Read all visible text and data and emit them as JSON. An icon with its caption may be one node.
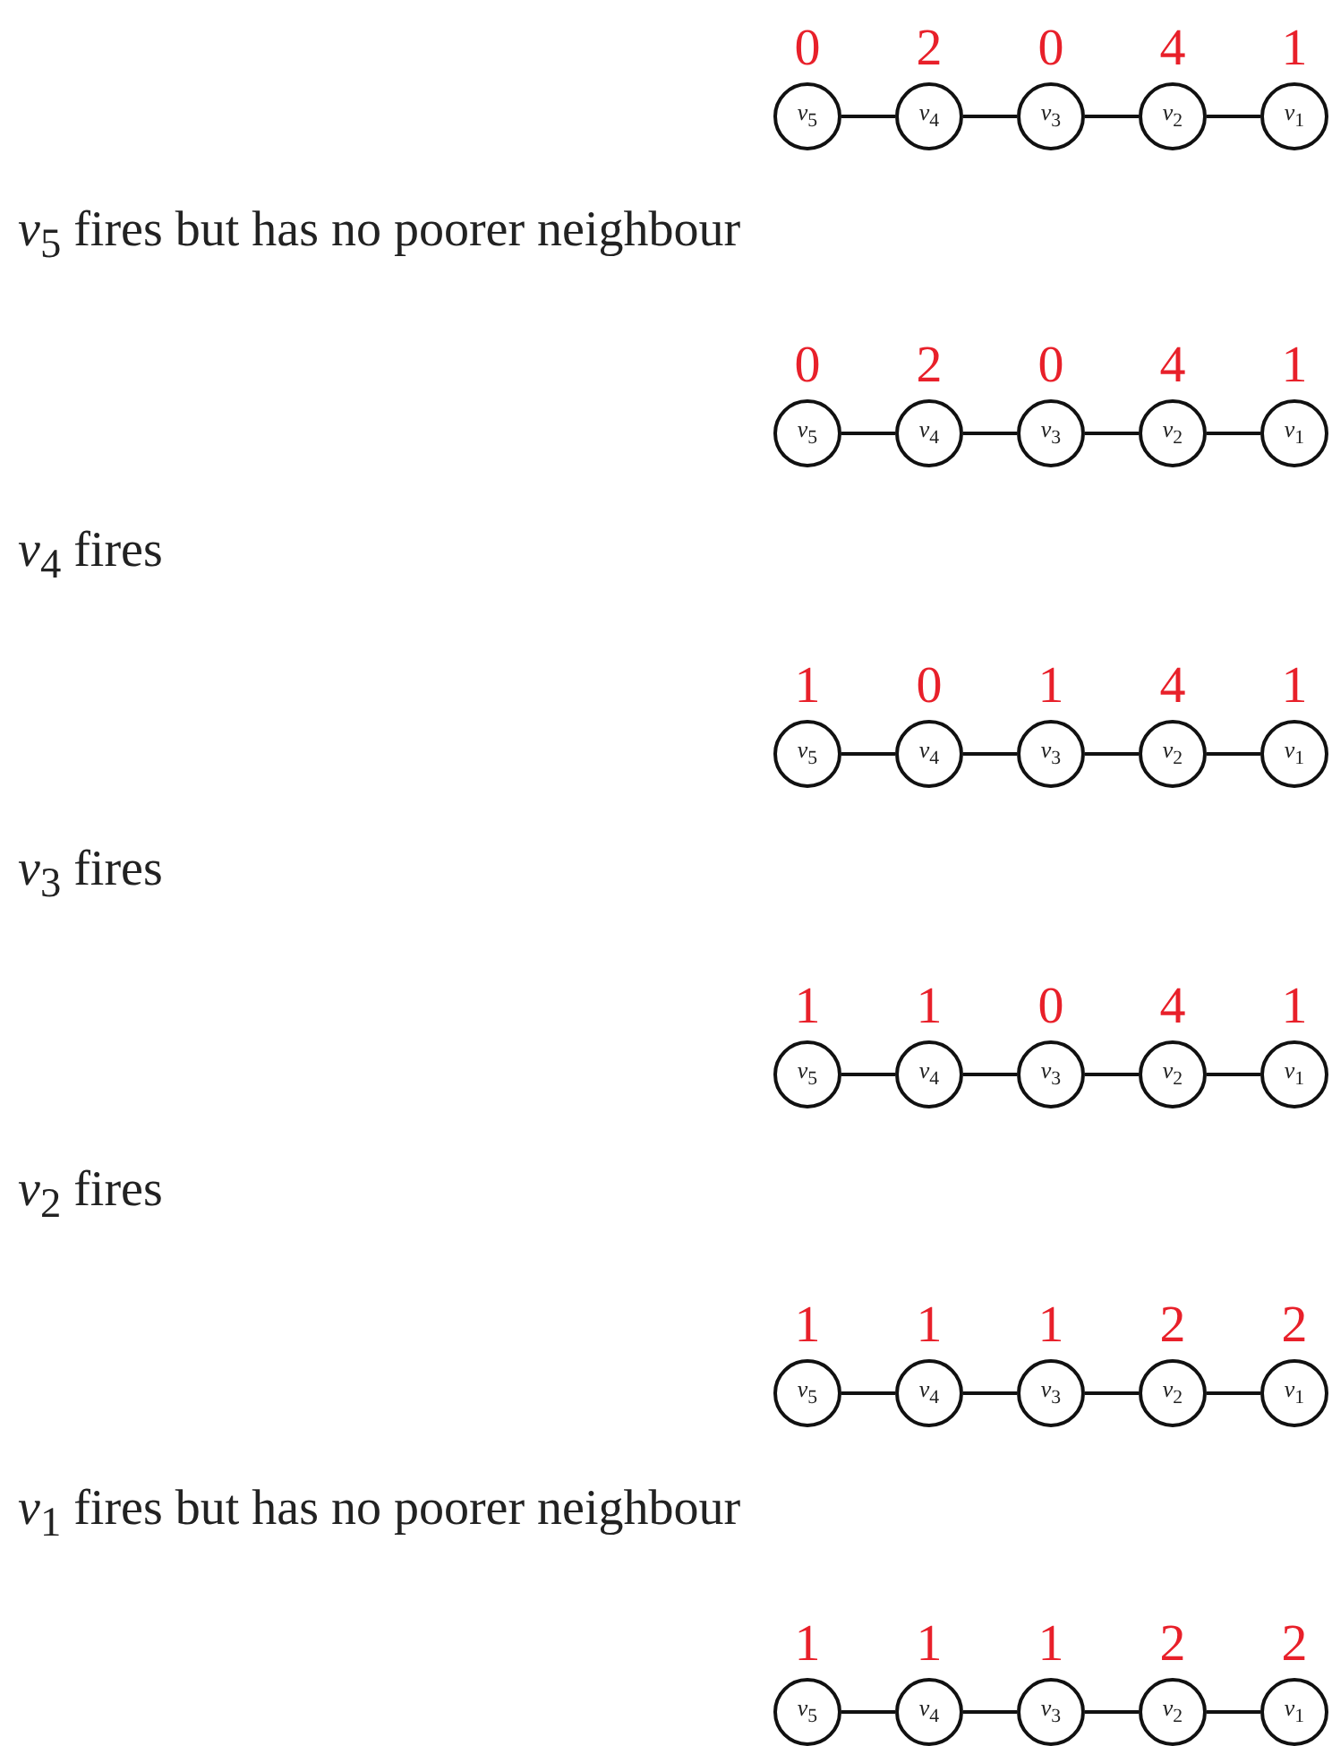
{
  "diagram": {
    "nodes": [
      {
        "text": [
          "*v*$_{5}$"
        ],
        "beside": [
          "0"
        ]
      },
      {
        "text": [
          "*v*$_{4}$"
        ],
        "beside": [
          "2"
        ]
      },
      {
        "text": [
          "*v*$_{3}$"
        ],
        "beside": [
          "0"
        ]
      },
      {
        "text": [
          "*v*$_{2}$"
        ],
        "beside": [
          "4"
        ]
      },
      {
        "text": [
          "*v*$_{1}$"
        ],
        "beside": [
          "1"
        ]
      },
      {
        "text": [
          "*v*$_{5}$"
        ],
        "beside": [
          "0"
        ]
      },
      {
        "text": [
          "*v*$_{4}$"
        ],
        "beside": [
          "2"
        ]
      },
      {
        "text": [
          "*v*$_{3}$"
        ],
        "beside": [
          "0"
        ]
      },
      {
        "text": [
          "*v*$_{2}$"
        ],
        "beside": [
          "4"
        ]
      },
      {
        "text": [
          "*v*$_{1}$"
        ],
        "beside": [
          "1"
        ]
      },
      {
        "text": [
          "*v*$_{5}$"
        ],
        "beside": [
          "1"
        ]
      },
      {
        "text": [
          "*v*$_{4}$"
        ],
        "beside": [
          "0"
        ]
      },
      {
        "text": [
          "*v*$_{3}$"
        ],
        "beside": [
          "1"
        ]
      },
      {
        "text": [
          "*v*$_{2}$"
        ],
        "beside": [
          "4"
        ]
      },
      {
        "text": [
          "*v*$_{1}$"
        ],
        "beside": [
          "1"
        ]
      },
      {
        "text": [
          "*v*$_{5}$"
        ],
        "beside": [
          "1"
        ]
      },
      {
        "text": [
          "*v*$_{4}$"
        ],
        "beside": [
          "1"
        ]
      },
      {
        "text": [
          "*v*$_{3}$"
        ],
        "beside": [
          "0"
        ]
      },
      {
        "text": [
          "*v*$_{2}$"
        ],
        "beside": [
          "4"
        ]
      },
      {
        "text": [
          "*v*$_{1}$"
        ],
        "beside": [
          "1"
        ]
      },
      {
        "text": [
          "*v*$_{5}$"
        ],
        "beside": [
          "1"
        ]
      },
      {
        "text": [
          "*v*$_{4}$"
        ],
        "beside": [
          "1"
        ]
      },
      {
        "text": [
          "*v*$_{3}$"
        ],
        "beside": [
          "1"
        ]
      },
      {
        "text": [
          "*v*$_{2}$"
        ],
        "beside": [
          "2"
        ]
      },
      {
        "text": [
          "*v*$_{1}$"
        ],
        "beside": [
          "2"
        ]
      },
      {
        "text": [
          "*v*$_{5}$"
        ],
        "beside": [
          "1"
        ]
      },
      {
        "text": [
          "*v*$_{4}$"
        ],
        "beside": [
          "1"
        ]
      },
      {
        "text": [
          "*v*$_{3}$"
        ],
        "beside": [
          "1"
        ]
      },
      {
        "text": [
          "*v*$_{2}$"
        ],
        "beside": [
          "2"
        ]
      },
      {
        "text": [
          "*v*$_{1}$"
        ],
        "beside": [
          "2"
        ]
      }
    ],
    "edges": [
      {
        "from": 0,
        "to": 1,
        "arrow": "none"
      },
      {
        "from": 1,
        "to": 2,
        "arrow": "none"
      },
      {
        "from": 2,
        "to": 3,
        "arrow": "none"
      },
      {
        "from": 3,
        "to": 4,
        "arrow": "none"
      },
      {
        "from": 5,
        "to": 6,
        "arrow": "none"
      },
      {
        "from": 6,
        "to": 7,
        "arrow": "none"
      },
      {
        "from": 7,
        "to": 8,
        "arrow": "none"
      },
      {
        "from": 8,
        "to": 9,
        "arrow": "none"
      },
      {
        "from": 10,
        "to": 11,
        "arrow": "none"
      },
      {
        "from": 11,
        "to": 12,
        "arrow": "none"
      },
      {
        "from": 12,
        "to": 13,
        "arrow": "none"
      },
      {
        "from": 13,
        "to": 14,
        "arrow": "none"
      },
      {
        "from": 15,
        "to": 16,
        "arrow": "none"
      },
      {
        "from": 16,
        "to": 17,
        "arrow": "none"
      },
      {
        "from": 17,
        "to": 18,
        "arrow": "none"
      },
      {
        "from": 18,
        "to": 19,
        "arrow": "none"
      },
      {
        "from": 20,
        "to": 21,
        "arrow": "none"
      },
      {
        "from": 21,
        "to": 22,
        "arrow": "none"
      },
      {
        "from": 22,
        "to": 23,
        "arrow": "none"
      },
      {
        "from": 23,
        "to": 24,
        "arrow": "none"
      },
      {
        "from": 25,
        "to": 26,
        "arrow": "none"
      },
      {
        "from": 26,
        "to": 27,
        "arrow": "none"
      },
      {
        "from": 27,
        "to": 28,
        "arrow": "none"
      },
      {
        "from": 28,
        "to": 29,
        "arrow": "none"
      }
    ],
    "labels": [
      "*v*$_{5}$ fires but has no poorer neighbour",
      "*v*$_{4}$ fires",
      "*v*$_{3}$ fires",
      "*v*$_{2}$ fires",
      "*v*$_{1}$ fires but has no poorer neighbour"
    ]
  }
}
